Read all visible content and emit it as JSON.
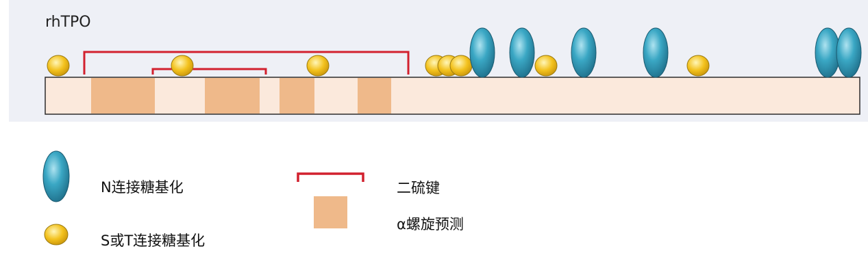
{
  "title": "rhTPO",
  "colors": {
    "panel_bg": "#eef0f6",
    "backbone_fill": "#fbe9dc",
    "helix_fill": "#efb98a",
    "disulfide": "#d2202e",
    "n_glyco": "#3aa7c4",
    "ot_glyco": "#f3c21e"
  },
  "icons": {
    "n_glyco": "blue-ellipse-icon",
    "ot_glyco": "yellow-circle-icon",
    "disulfide": "red-bracket-icon",
    "helix": "orange-square-icon"
  },
  "legend": {
    "n_glyco": "N连接糖基化",
    "ot_glyco": "S或T连接糖基化",
    "disulfide": "二硫键",
    "helix": "α螺旋预测"
  }
}
